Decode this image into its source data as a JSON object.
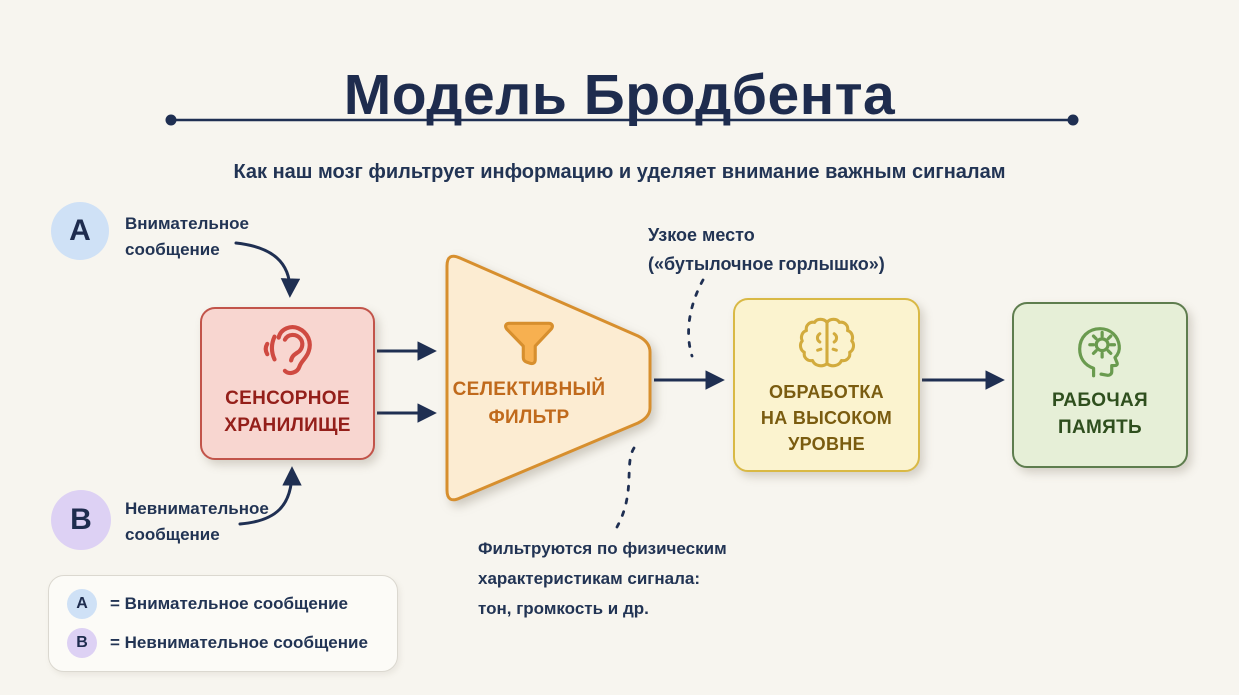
{
  "header": {
    "title": "Модель Бродбента",
    "subtitle": "Как наш мозг фильтрует информацию и уделяет внимание важным сигналам"
  },
  "inputs": {
    "a": {
      "letter": "A",
      "label": "Внимательное\nсообщение"
    },
    "b": {
      "letter": "B",
      "label": "Невнимательное\nсообщение"
    }
  },
  "stages": {
    "sensory": {
      "label": "СЕНСОРНОЕ\nХРАНИЛИЩЕ",
      "icon": "ear-icon"
    },
    "filter": {
      "label": "СЕЛЕКТИВНЫЙ\nФИЛЬТР",
      "icon": "funnel-icon"
    },
    "processing": {
      "label": "ОБРАБОТКА\nНА ВЫСОКОМ\nУРОВНЕ",
      "icon": "brain-icon"
    },
    "memory": {
      "label": "РАБОЧАЯ\nПАМЯТЬ",
      "icon": "head-gear-icon"
    }
  },
  "annotations": {
    "bottleneck": "Узкое место\n(«бутылочное горлышко»)",
    "filter_note": "Фильтруются по физическим\nхарактеристикам сигнала:\nтон, громкость и др."
  },
  "legend": {
    "items": [
      {
        "letter": "A",
        "text": "= Внимательное сообщение"
      },
      {
        "letter": "B",
        "text": "= Невнимательное сообщение"
      }
    ]
  },
  "colors": {
    "background": "#f7f5ef",
    "ink_navy": "#1e2c4e",
    "arrow": "#1f2f52",
    "badge_a_bg": "#cfe1f6",
    "badge_b_bg": "#ddd1f4",
    "sensory_fill": "#f8d6d0",
    "sensory_border": "#c2544a",
    "sensory_text": "#941f1a",
    "filter_fill": "#fcecd2",
    "filter_border": "#d78f2e",
    "filter_text": "#c06a1c",
    "funnel_icon_fill": "#f7b050",
    "processing_fill": "#fbf3cf",
    "processing_border": "#d9b945",
    "processing_text": "#7a5c10",
    "memory_fill": "#e6efd7",
    "memory_border": "#5e7d4e",
    "memory_text": "#2f4f1e"
  }
}
